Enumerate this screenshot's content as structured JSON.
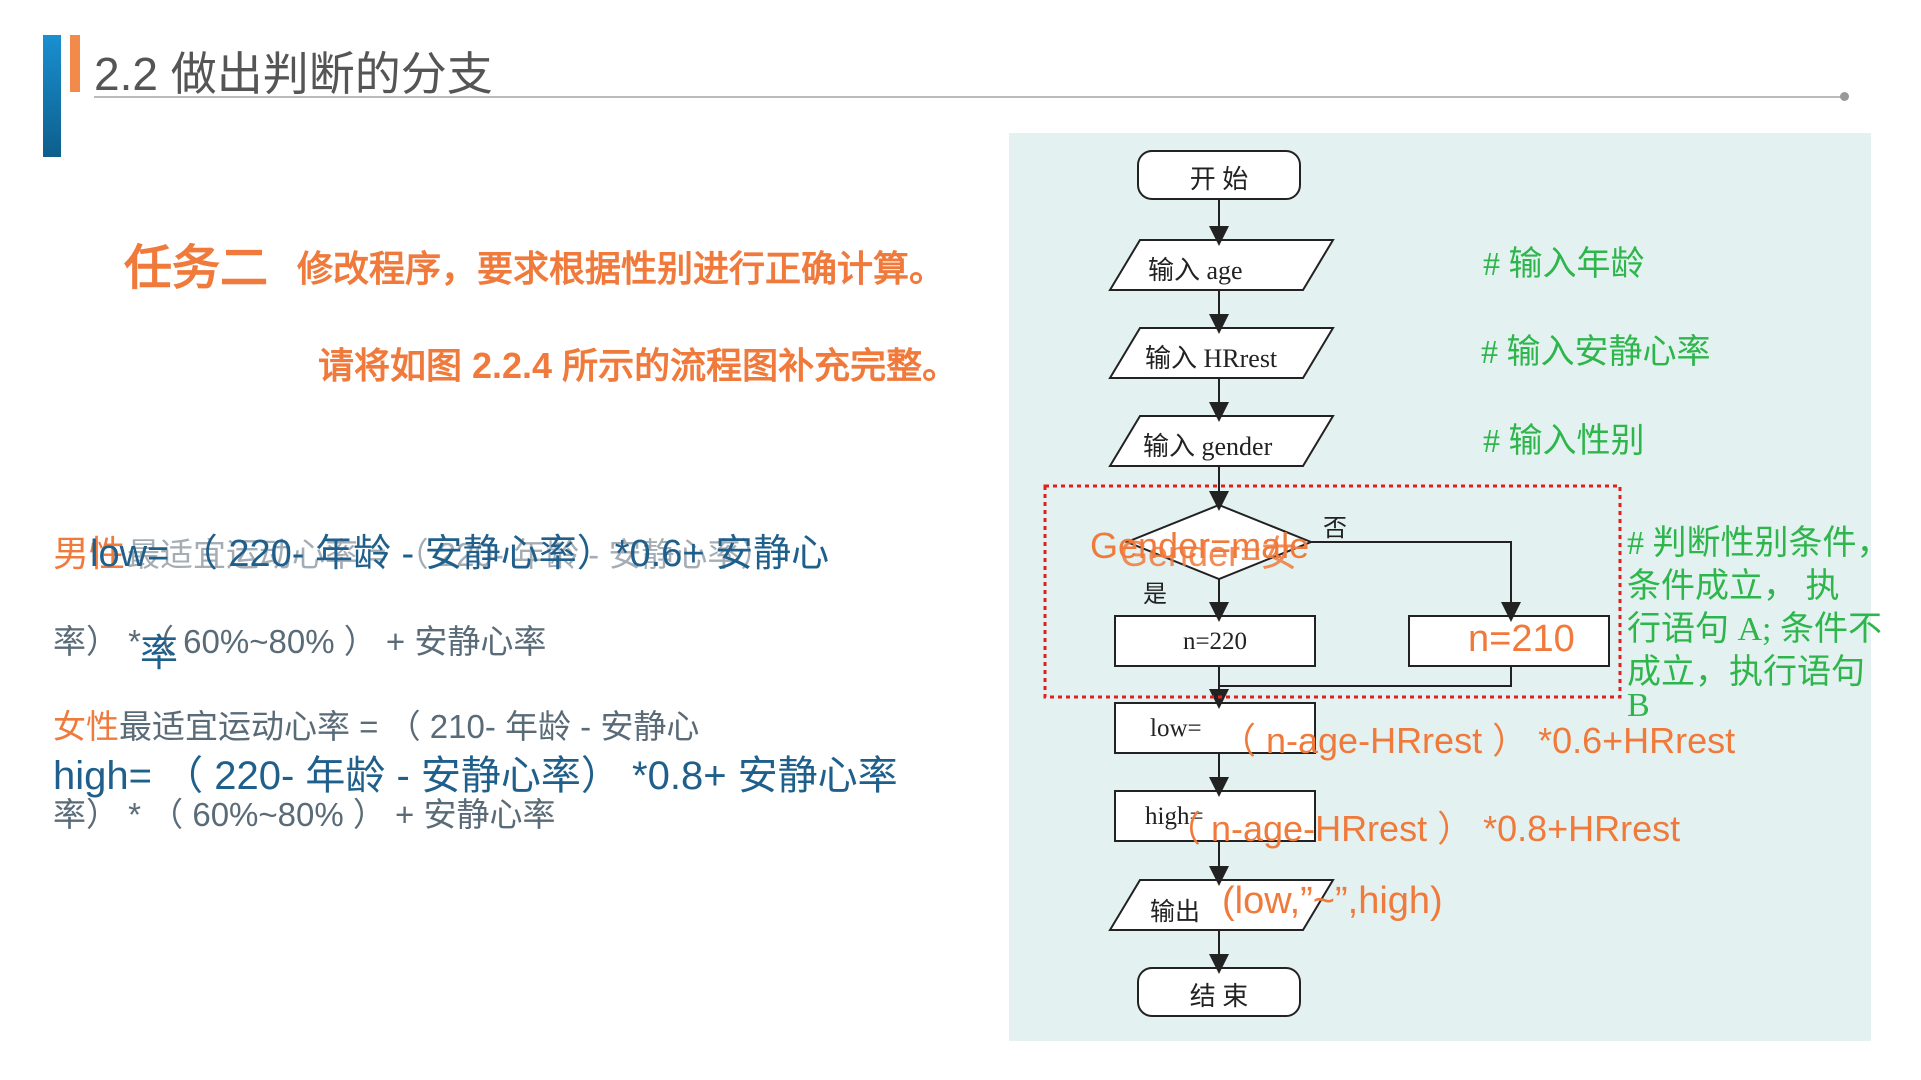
{
  "header": {
    "title": "2.2 做出判断的分支"
  },
  "task": {
    "label": "任务二",
    "text": "修改程序，要求根据性别进行正确计算。",
    "text2": "请将如图 2.2.4 所示的流程图补充完整。"
  },
  "left_notes": {
    "male_label": "男性",
    "male_text_faint": "最适宜运动心率 = （ 220- 年龄 - 安静心率）",
    "low_formula": "low= （ 220- 年龄 - 安静心率）*0.6+ 安静心",
    "low_formula_wrap": "率",
    "male_line2": "率） *（ 60%~80% ） + 安静心率",
    "female_label": "女性",
    "female_line1": "最适宜运动心率 = （ 210- 年龄 - 安静心",
    "high_formula": "high= （ 220- 年龄 - 安静心率） *0.8+ 安静心率",
    "female_line2": "率） * （ 60%~80% ） + 安静心率"
  },
  "flowchart": {
    "start": "开 始",
    "input_age": "输入 age",
    "input_hrrest": "输入 HRrest",
    "input_gender": "输入 gender",
    "condition": "Gender=male",
    "condition_overlay": "Gender=女",
    "no_label": "否",
    "yes_label": "是",
    "n_yes": "n=220",
    "n_no": "n=210",
    "low_box": "low=",
    "low_expr": "（ n-age-HRrest ） *0.6+HRrest",
    "high_box": "high=",
    "high_expr": "（ n-age-HRrest ） *0.8+HRrest",
    "output_box": "输出",
    "output_expr": "(low,”~”,high)",
    "end": "结 束"
  },
  "comments": {
    "age": "# 输入年龄",
    "hrrest": "# 输入安静心率",
    "gender": "# 输入性别",
    "branch_l1": "# 判断性别条件，",
    "branch_l2": "条件成立，    执",
    "branch_l3": "行语句 A; 条件不",
    "branch_l4": "成立，执行语句",
    "branch_l5": "B"
  },
  "colors": {
    "accent_orange": "#f07a3c",
    "comment_green": "#2eb54b",
    "formula_blue": "#1f5f8b",
    "highlight_red": "#e02020",
    "panel_bg": "#e3f2f0"
  }
}
